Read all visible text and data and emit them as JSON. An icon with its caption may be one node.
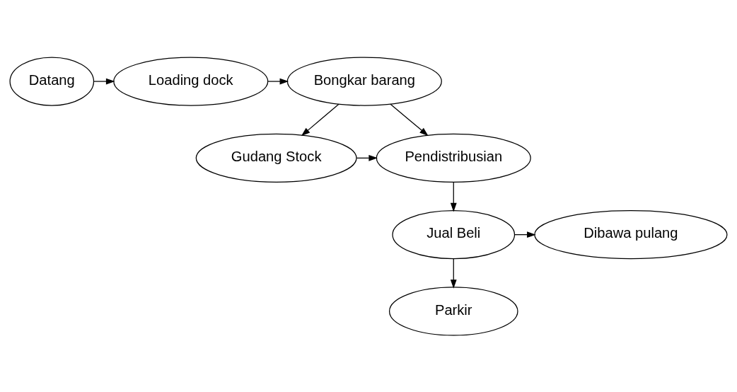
{
  "diagram": {
    "nodes": [
      {
        "text": [
          "Datang"
        ]
      },
      {
        "text": [
          "Loading dock"
        ]
      },
      {
        "text": [
          "Bongkar barang"
        ]
      },
      {
        "text": [
          "Gudang Stock"
        ]
      },
      {
        "text": [
          "Pendistribusian"
        ]
      },
      {
        "text": [
          "Dibawa pulang"
        ]
      },
      {
        "text": [
          "Jual Beli"
        ]
      },
      {
        "text": [
          "Parkir"
        ]
      }
    ],
    "edges": [
      {
        "from": 0,
        "to": 1,
        "arrow": "to"
      },
      {
        "from": 1,
        "to": 2,
        "arrow": "to"
      },
      {
        "from": 2,
        "to": 3,
        "arrow": "to"
      },
      {
        "from": 2,
        "to": 4,
        "arrow": "to"
      },
      {
        "from": 3,
        "to": 4,
        "arrow": "to"
      },
      {
        "from": 4,
        "to": 6,
        "arrow": "to"
      },
      {
        "from": 6,
        "to": 5,
        "arrow": "to"
      },
      {
        "from": 6,
        "to": 7,
        "arrow": "to"
      }
    ]
  }
}
